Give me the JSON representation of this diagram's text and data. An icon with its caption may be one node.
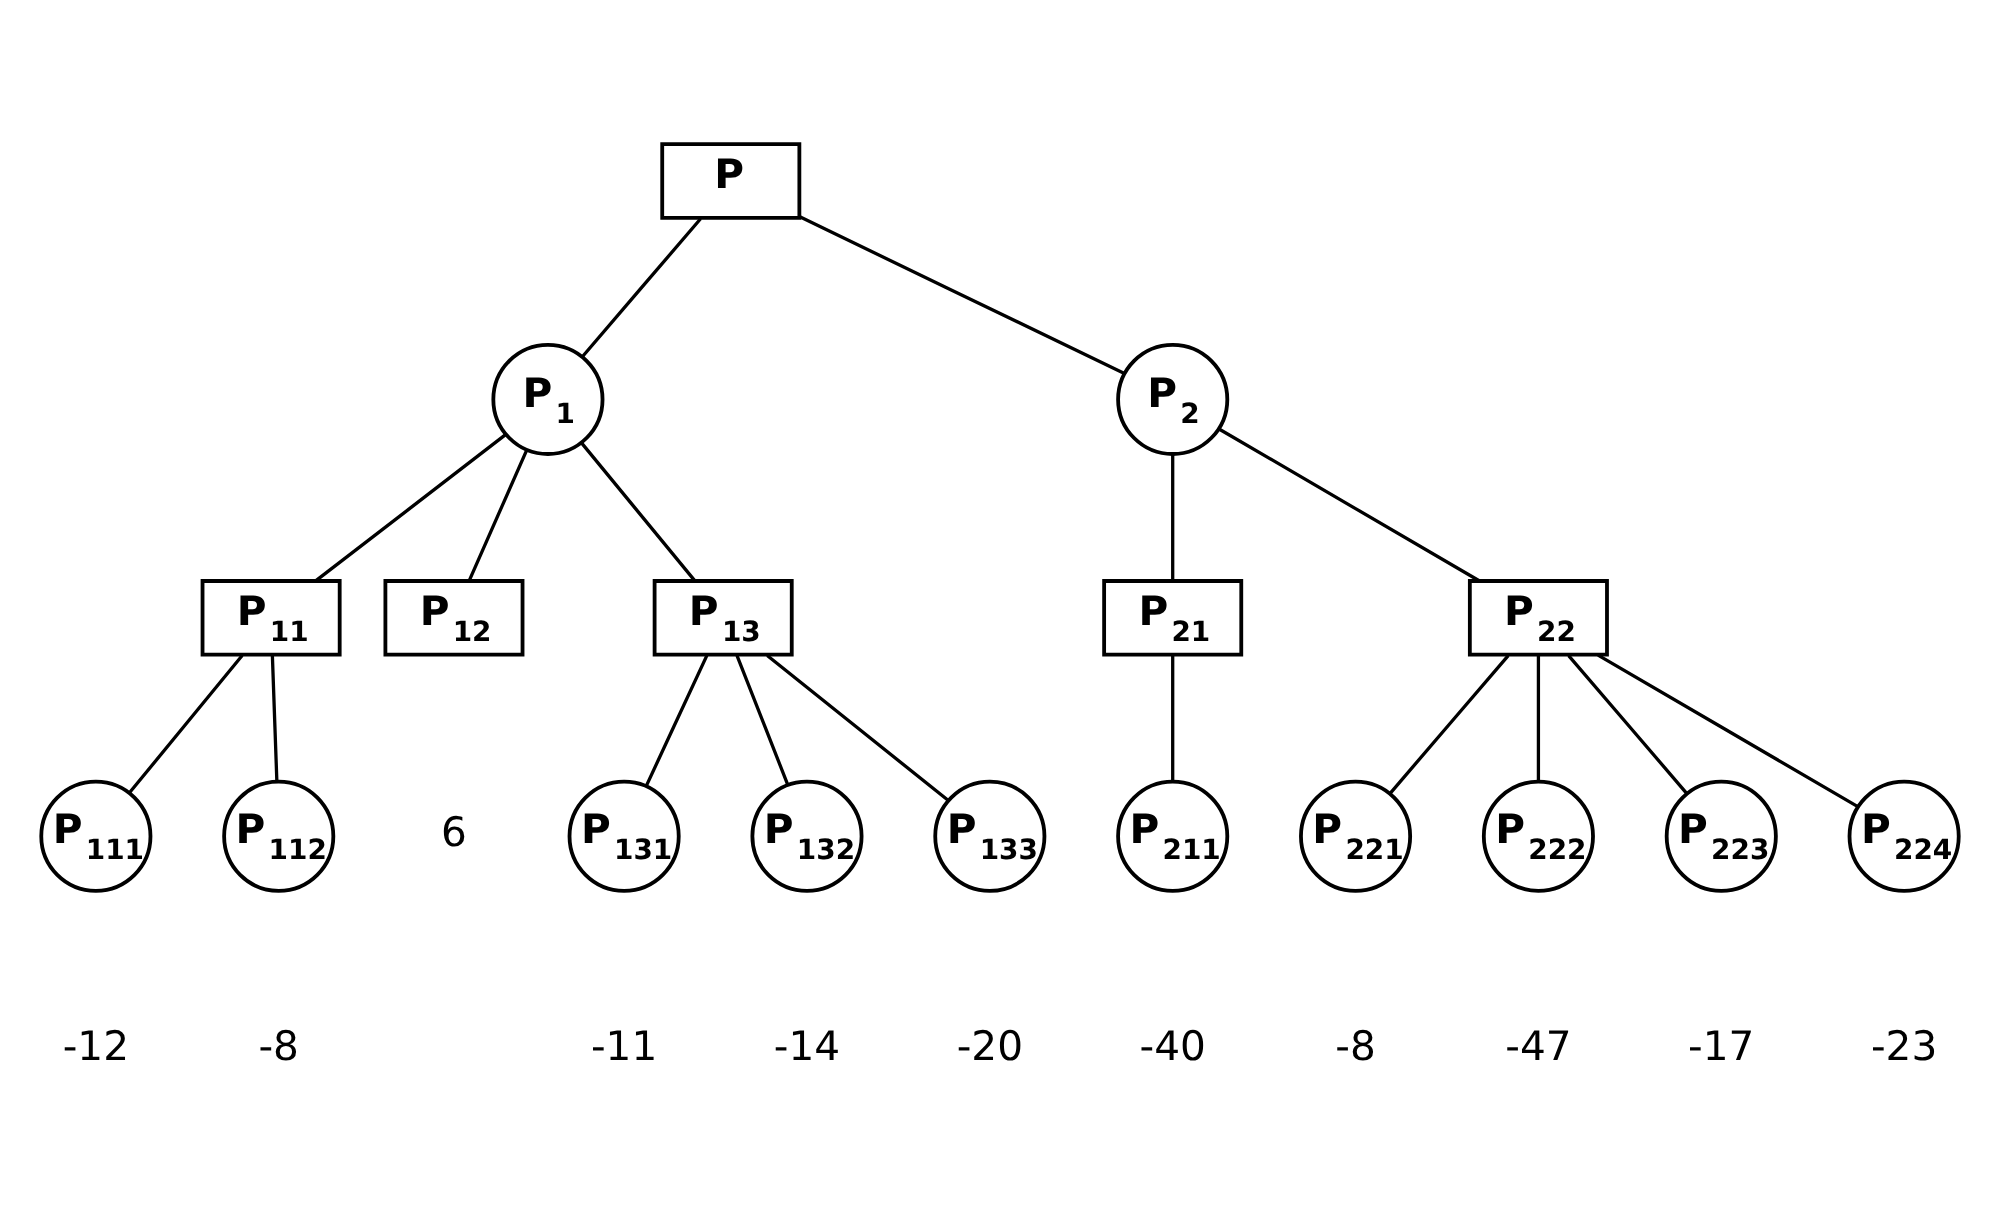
{
  "diagram": {
    "nodes": [
      {
        "text": [
          "P"
        ]
      },
      {
        "text": [
          "P$_{1}$"
        ]
      },
      {
        "text": [
          "P$_{2}$"
        ]
      },
      {
        "text": [
          "P$_{11}$"
        ]
      },
      {
        "text": [
          "P$_{12}$"
        ],
        "beside": [
          "6"
        ]
      },
      {
        "text": [
          "P$_{13}$"
        ]
      },
      {
        "text": [
          "P$_{21}$"
        ]
      },
      {
        "text": [
          "P$_{22}$"
        ]
      },
      {
        "text": [
          "P$_{111}$"
        ],
        "beside": [
          "-12"
        ]
      },
      {
        "text": [
          "P$_{112}$"
        ],
        "beside": [
          "-8"
        ]
      },
      {
        "text": [
          "P$_{131}$"
        ],
        "beside": [
          "-11"
        ]
      },
      {
        "text": [
          "P$_{132}$"
        ],
        "beside": [
          "-14"
        ]
      },
      {
        "text": [
          "P$_{133}$"
        ],
        "beside": [
          "-20"
        ]
      },
      {
        "text": [
          "P$_{211}$"
        ],
        "beside": [
          "-40"
        ]
      },
      {
        "text": [
          "P$_{221}$"
        ],
        "beside": [
          "-8"
        ]
      },
      {
        "text": [
          "P$_{222}$"
        ],
        "beside": [
          "-47"
        ]
      },
      {
        "text": [
          "P$_{223}$"
        ],
        "beside": [
          "-17"
        ]
      },
      {
        "text": [
          "P$_{224}$"
        ],
        "beside": [
          "-23"
        ]
      }
    ],
    "edges": [
      {
        "from": 0,
        "to": 1,
        "arrow": "none"
      },
      {
        "from": 0,
        "to": 2,
        "arrow": "none"
      },
      {
        "from": 1,
        "to": 3,
        "arrow": "none"
      },
      {
        "from": 1,
        "to": 4,
        "arrow": "none"
      },
      {
        "from": 1,
        "to": 5,
        "arrow": "none"
      },
      {
        "from": 2,
        "to": 6,
        "arrow": "none"
      },
      {
        "from": 2,
        "to": 7,
        "arrow": "none"
      },
      {
        "from": 3,
        "to": 8,
        "arrow": "none"
      },
      {
        "from": 3,
        "to": 9,
        "arrow": "none"
      },
      {
        "from": 5,
        "to": 10,
        "arrow": "none"
      },
      {
        "from": 5,
        "to": 11,
        "arrow": "none"
      },
      {
        "from": 5,
        "to": 12,
        "arrow": "none"
      },
      {
        "from": 6,
        "to": 13,
        "arrow": "none"
      },
      {
        "from": 7,
        "to": 14,
        "arrow": "none"
      },
      {
        "from": 7,
        "to": 15,
        "arrow": "none"
      },
      {
        "from": 7,
        "to": 16,
        "arrow": "none"
      },
      {
        "from": 7,
        "to": 17,
        "arrow": "none"
      }
    ]
  }
}
